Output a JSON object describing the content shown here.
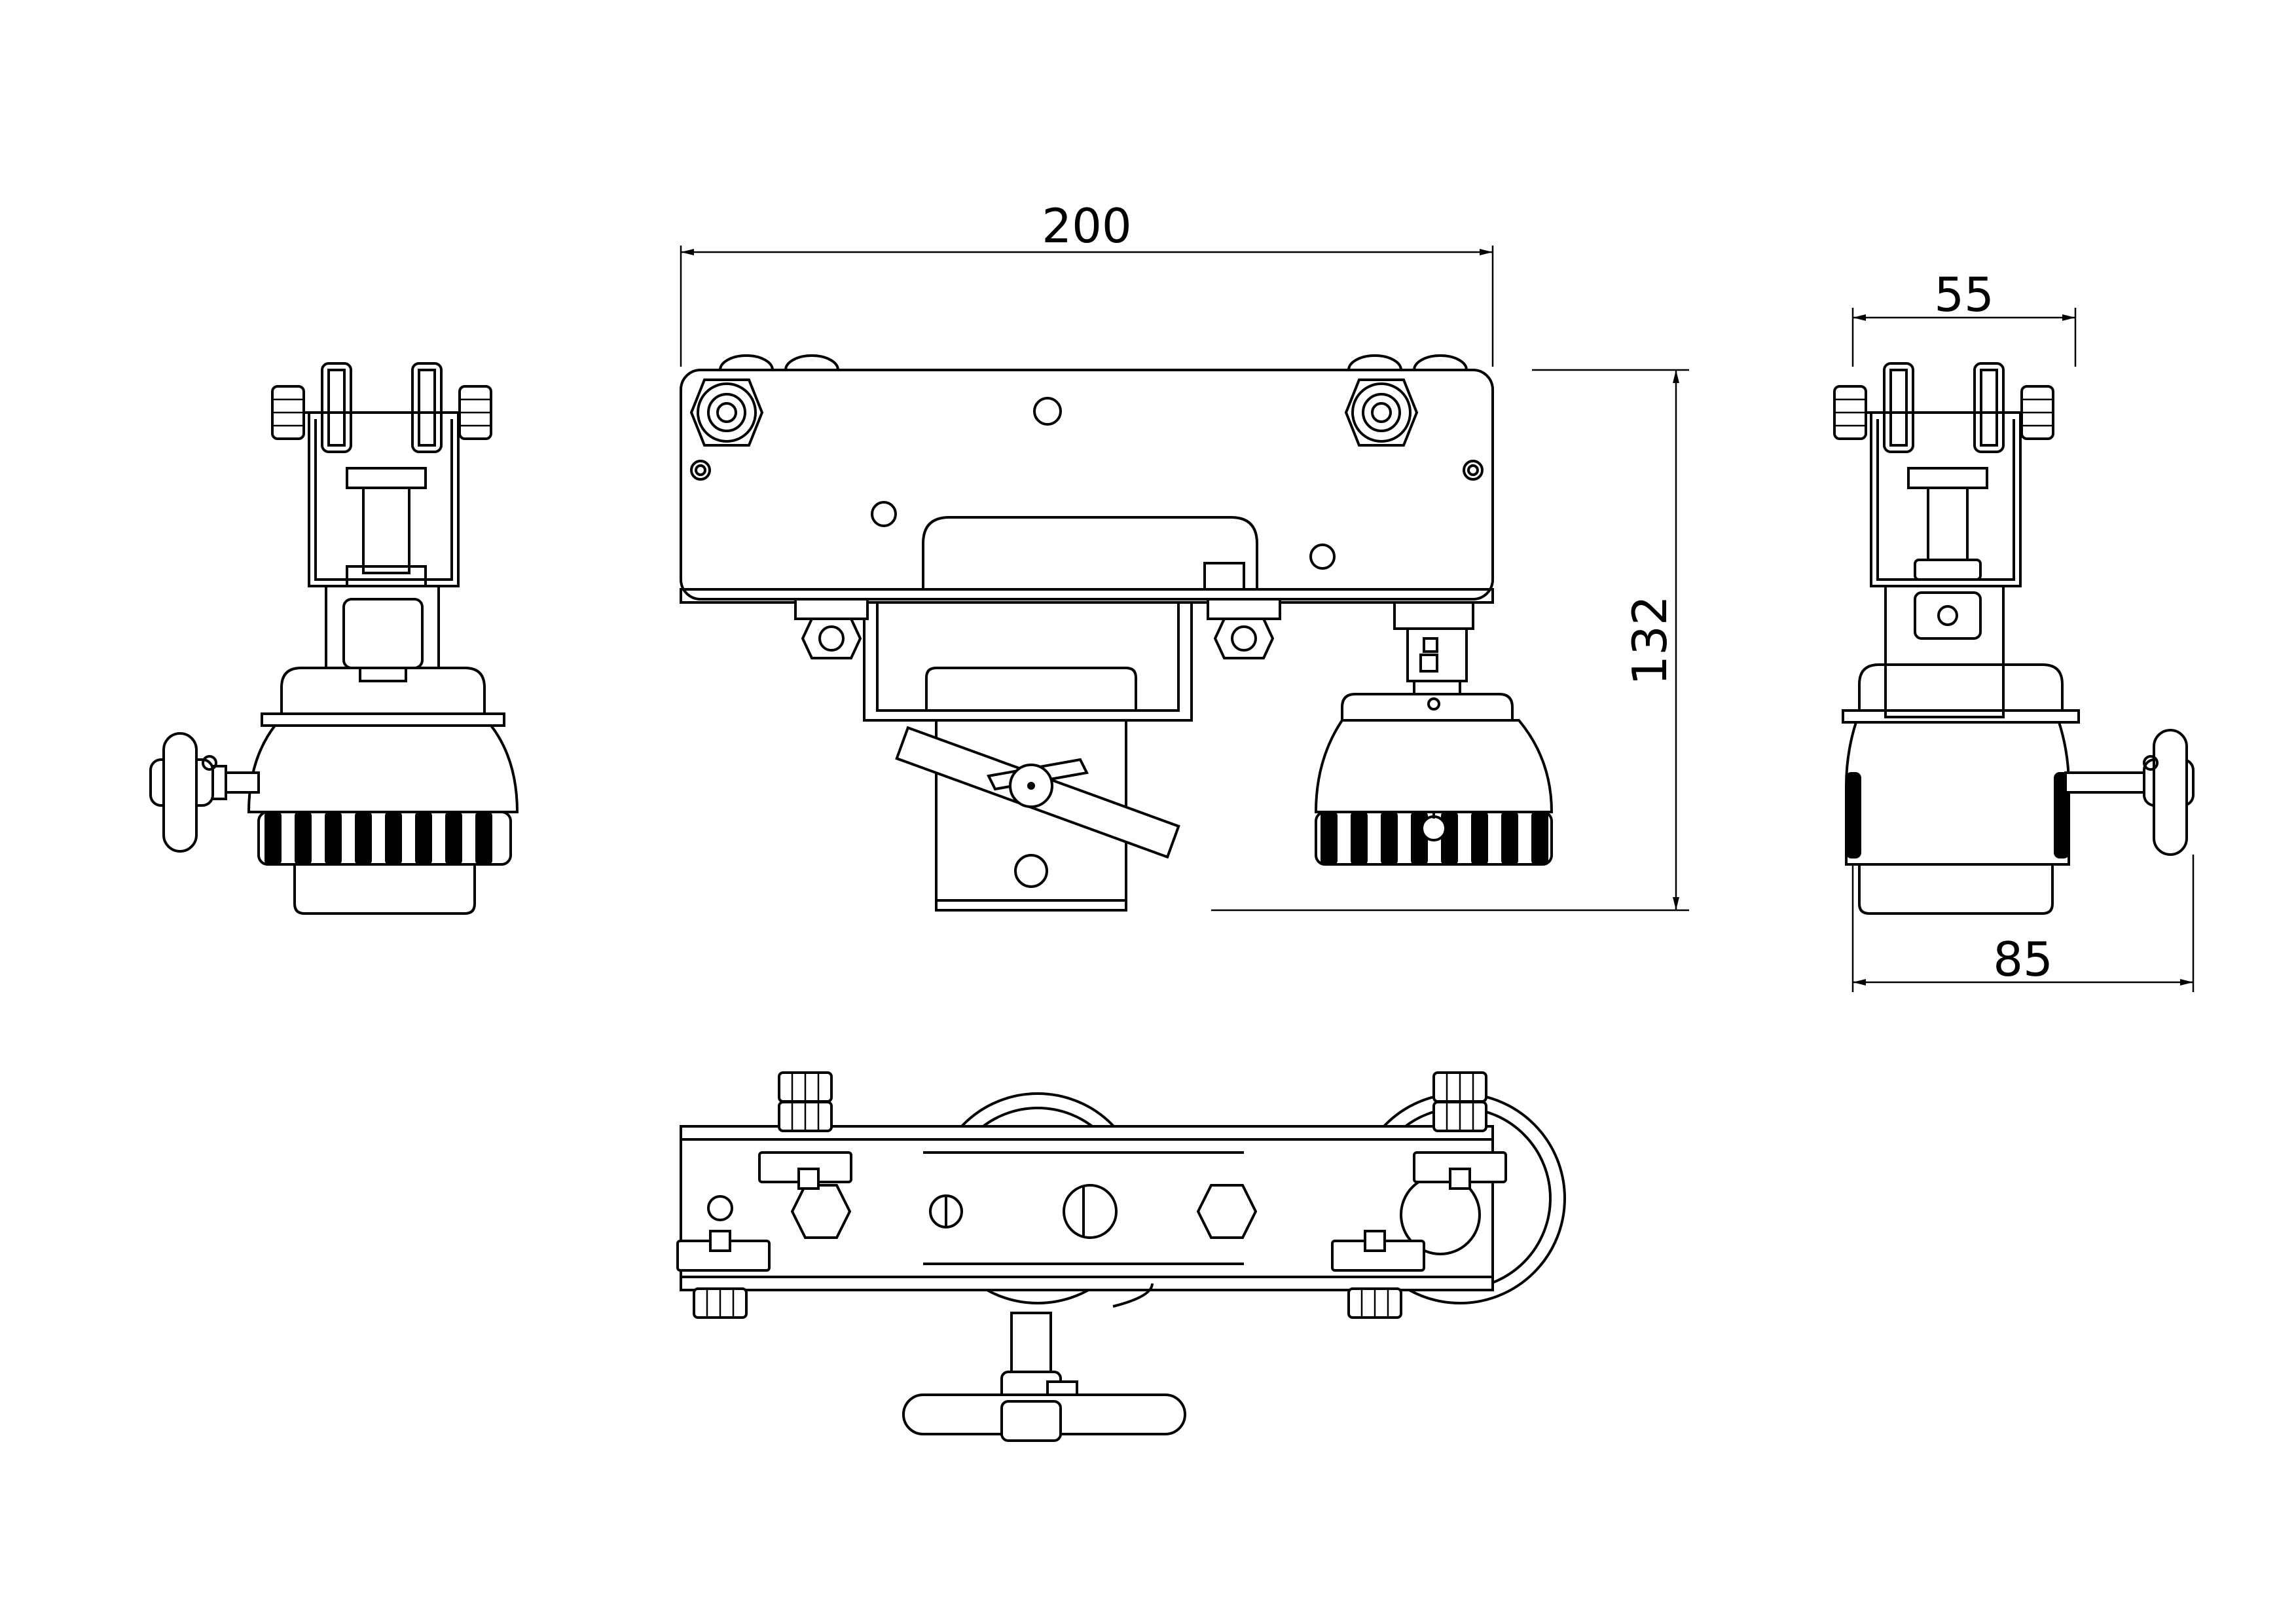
{
  "dimensions": {
    "front_width": "200",
    "front_height": "132",
    "side_top_width": "55",
    "side_bottom_width": "85"
  },
  "colors": {
    "line": "#000000",
    "background": "#ffffff"
  }
}
